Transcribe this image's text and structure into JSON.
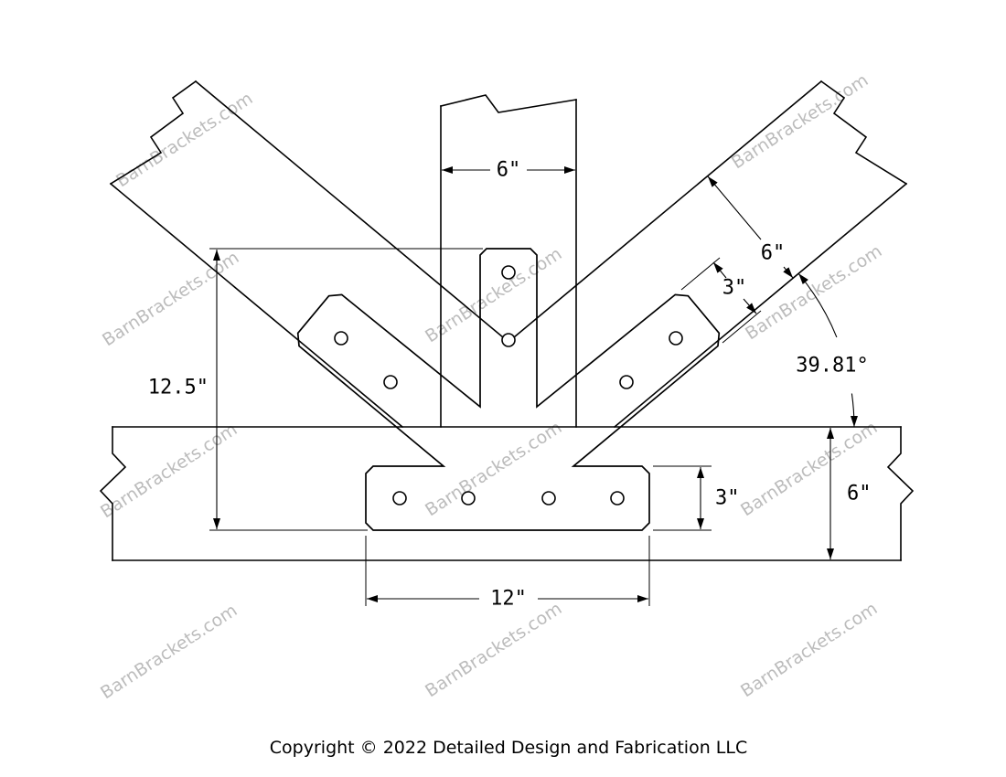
{
  "watermark": {
    "text": "BarnBrackets.com",
    "color": "#bcbcbc"
  },
  "footer": {
    "copyright": "Copyright © 2022 Detailed Design and Fabrication LLC"
  },
  "dims": {
    "post_width": "6\"",
    "strut_depth": "6\"",
    "strut_plate_width": "3\"",
    "angle": "39.81°",
    "overall_height": "12.5\"",
    "plate_height": "3\"",
    "beam_depth": "6\"",
    "plate_width": "12\""
  },
  "colors": {
    "line": "#000000",
    "watermark": "#bcbcbc",
    "background": "#ffffff"
  }
}
